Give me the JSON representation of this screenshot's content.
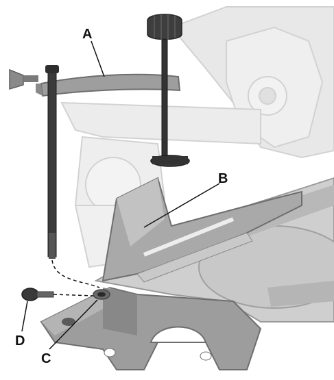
{
  "callouts": {
    "a": "A",
    "b": "B",
    "c": "C",
    "d": "D"
  },
  "palette": {
    "metal": "#9a9a9a",
    "metal_dark": "#6e6e6e",
    "metal_light": "#c4c4c4",
    "ghost": "#e6e6e6",
    "ghost_edge": "#cfcfcf",
    "knob": "#3a3a3a",
    "line": "#111111"
  },
  "icons": [
    "hold-down-clamp",
    "clamp-screw",
    "clamp-post",
    "fence",
    "clamp-hole",
    "lock-knob",
    "saw-base"
  ]
}
